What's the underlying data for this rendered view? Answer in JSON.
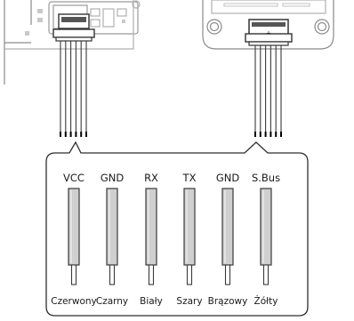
{
  "wires": [
    {
      "signal": "VCC",
      "color": "Czerwony"
    },
    {
      "signal": "GND",
      "color": "Czarny"
    },
    {
      "signal": "RX",
      "color": "Biały"
    },
    {
      "signal": "TX",
      "color": "Szary"
    },
    {
      "signal": "GND",
      "color": "Brązowy"
    },
    {
      "signal": "S.Bus",
      "color": "Żółty"
    }
  ],
  "connector_mark": "+",
  "colors": {
    "line": "#3a3a3a",
    "wire_fill": "#cfcfcf",
    "board": "#bdbdbd"
  }
}
